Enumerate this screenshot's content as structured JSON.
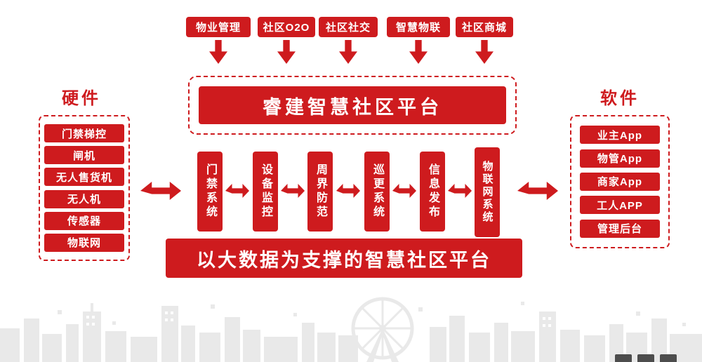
{
  "page": {
    "background": "#ffffff",
    "accent_color": "#ce1b1e",
    "skyline_color": "#e9e9e9"
  },
  "top_modules": [
    "物业管理",
    "社区O2O",
    "社区社交",
    "智慧物联",
    "社区商城"
  ],
  "platform": {
    "title": "睿建智慧社区平台"
  },
  "hardware": {
    "title": "硬件",
    "items": [
      "门禁梯控",
      "闸机",
      "无人售货机",
      "无人机",
      "传感器",
      "物联网"
    ]
  },
  "software": {
    "title": "软件",
    "items": [
      "业主App",
      "物管App",
      "商家App",
      "工人APP",
      "管理后台"
    ]
  },
  "systems": [
    "门禁系统",
    "设备监控",
    "周界防范",
    "巡更系统",
    "信息发布",
    "物联网系统"
  ],
  "bottom_banner": {
    "title": "以大数据为支撑的智慧社区平台"
  }
}
